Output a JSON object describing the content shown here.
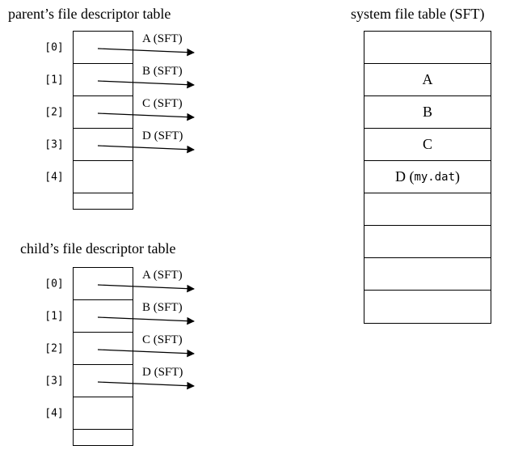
{
  "parent_table": {
    "title": "parent’s file descriptor table",
    "rows": [
      {
        "index": "[0]",
        "pointer_label": "A (SFT)"
      },
      {
        "index": "[1]",
        "pointer_label": "B (SFT)"
      },
      {
        "index": "[2]",
        "pointer_label": "C (SFT)"
      },
      {
        "index": "[3]",
        "pointer_label": "D (SFT)"
      },
      {
        "index": "[4]",
        "pointer_label": ""
      }
    ]
  },
  "child_table": {
    "title": "child’s file descriptor table",
    "rows": [
      {
        "index": "[0]",
        "pointer_label": "A (SFT)"
      },
      {
        "index": "[1]",
        "pointer_label": "B (SFT)"
      },
      {
        "index": "[2]",
        "pointer_label": "C (SFT)"
      },
      {
        "index": "[3]",
        "pointer_label": "D (SFT)"
      },
      {
        "index": "[4]",
        "pointer_label": ""
      }
    ]
  },
  "sft_table": {
    "title": "system file table (SFT)",
    "rows": [
      {
        "pre": "",
        "mono": "",
        "post": ""
      },
      {
        "pre": "A",
        "mono": "",
        "post": ""
      },
      {
        "pre": "B",
        "mono": "",
        "post": ""
      },
      {
        "pre": "C",
        "mono": "",
        "post": ""
      },
      {
        "pre": "D (",
        "mono": "my.dat",
        "post": ")"
      },
      {
        "pre": "",
        "mono": "",
        "post": ""
      },
      {
        "pre": "",
        "mono": "",
        "post": ""
      },
      {
        "pre": "",
        "mono": "",
        "post": ""
      },
      {
        "pre": "",
        "mono": "",
        "post": ""
      }
    ]
  }
}
